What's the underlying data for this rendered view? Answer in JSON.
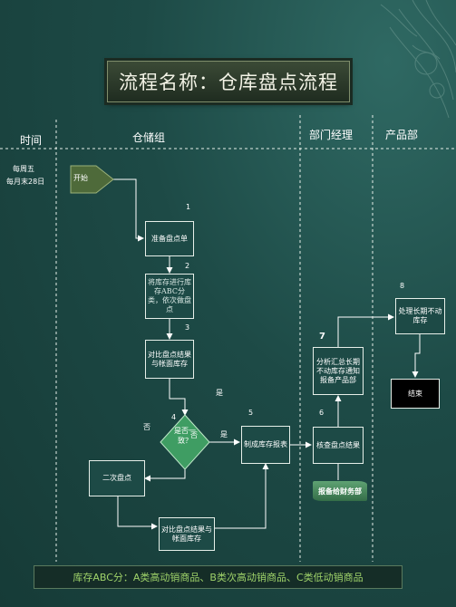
{
  "title": "流程名称：仓库盘点流程",
  "columns": {
    "time": "时间",
    "warehouse": "仓储组",
    "manager": "部门经理",
    "product": "产品部"
  },
  "time_notes": [
    "每周五",
    "每月末28日"
  ],
  "start_label": "开始",
  "steps": {
    "s1": {
      "num": "1",
      "label": "准备盘点单"
    },
    "s2": {
      "num": "2",
      "label": "将库存进行库存ABC分类，依次做盘点"
    },
    "s3": {
      "num": "3",
      "label": "对比盘点结果与帐面库存"
    },
    "s4": {
      "num": "4",
      "label": "是否一致？"
    },
    "recount": {
      "label": "二次盘点"
    },
    "recompare": {
      "label": "对比盘点结果与帐面库存"
    },
    "s5": {
      "num": "5",
      "label": "制成库存报表"
    },
    "s6": {
      "num": "6",
      "label": "核查盘点结果"
    },
    "s7": {
      "num": "7",
      "label": "分析汇总长期不动库存通知报备产品部"
    },
    "s8": {
      "num": "8",
      "label": "处理长期不动库存"
    },
    "end": {
      "label": "结束"
    }
  },
  "report_tag": "报备给财务部",
  "branch_labels": {
    "yes_top": "是",
    "yes_right": "是",
    "no_left": "否",
    "no_inner": "否"
  },
  "footer": "库存ABC分：A类高动销商品、B类次高动销商品、C类低动销商品",
  "colors": {
    "background": "#1d4a46",
    "diamond": "#3f9d63",
    "footer_text": "#9fd36a",
    "end_box": "#000000"
  }
}
